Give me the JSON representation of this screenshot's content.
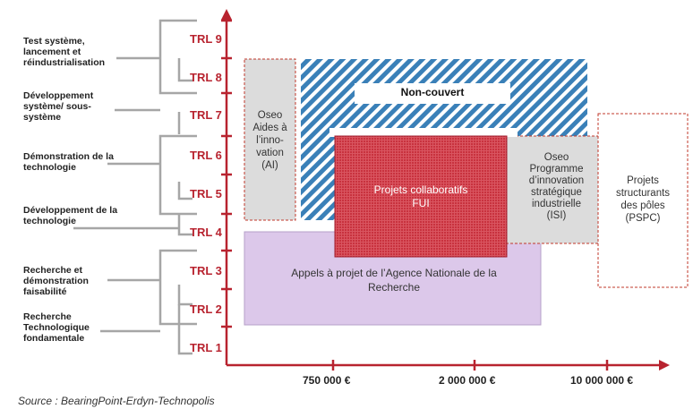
{
  "diagram": {
    "phases": [
      "Test système,\nlancement et\nréindustrialisation",
      "Développement\nsystème/ sous-\nsystème",
      "Démonstration de la\ntechnologie",
      "Développement de la\ntechnologie",
      "Recherche et\ndémonstration\nfaisabilité",
      "Recherche\nTechnologique\nfondamentale"
    ],
    "trl_levels": [
      "TRL 9",
      "TRL 8",
      "TRL 7",
      "TRL 6",
      "TRL 5",
      "TRL 4",
      "TRL 3",
      "TRL 2",
      "TRL 1"
    ],
    "x_ticks": [
      "750 000 €",
      "2 000 000 €",
      "10 000 000 €"
    ],
    "boxes": {
      "non_couvert": "Non-couvert",
      "oseo_ai": "Oseo\nAides à\nl’inno-\nvation\n(AI)",
      "fui": "Projets collaboratifs\nFUI",
      "oseo_isi": "Oseo\nProgramme\nd’innovation\nstratégique\nindustrielle\n(ISI)",
      "pspc": "Projets\nstructurants\ndes pôles\n(PSPC)",
      "anr": "Appels à projet de l’Agence Nationale de la\nRecherche"
    },
    "source": "Source : BearingPoint-Erdyn-Technopolis"
  },
  "colors": {
    "axis": "#b8232f",
    "fui": "#c8323e",
    "anr": "#dcc8ea",
    "hatch": "#3a80b8",
    "bracket": "#a6a6a6",
    "box_grey": "#dcdcdc"
  }
}
